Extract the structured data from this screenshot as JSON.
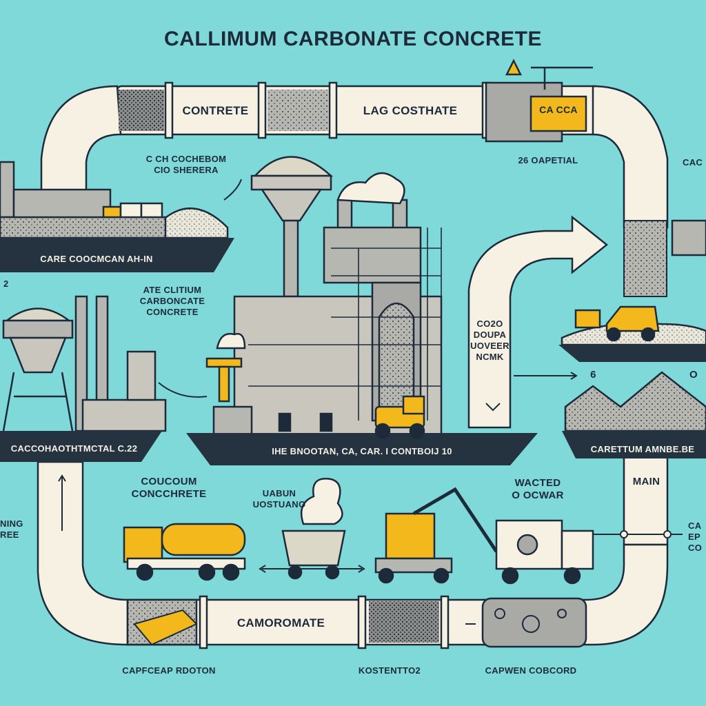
{
  "title": "CALLIMUM CARBONATE CONCRETE",
  "pipe_labels": {
    "top_left": "CONTRETE",
    "top_right": "LAG  COSTHATE",
    "bottom": "CAMOROMATE"
  },
  "text_labels": {
    "top_notes": "C CH COCHEBOM\nCIO SHERERA",
    "top_right_note": "26 OAPETIAL",
    "edge_right_top": "CAC",
    "left_number": "2",
    "calcium_note": "ATE CLITIUM\nCARBONCATE\nCONCRETE",
    "co2_note": "CO2O\nDOUPA\nUOVEER\nNCMK",
    "number_six": "6",
    "edge_right_mid": "O",
    "coucum_note": "COUCOUM\nCONCCHRETE",
    "uabun_note": "UABUN\nUOSTUANO",
    "wacted_note": "WACTED\nO OCWAR",
    "main_note": "MAIN",
    "edge_left_bottom": "NING\nREE",
    "edge_right_bottom": "CA\nEP\nCO",
    "bottom_left": "CAPFCEAP RDOTON",
    "bottom_mid": "KOSTENTTO2",
    "bottom_right": "CAPWEN COBCORD",
    "sign_text": "CA CCA"
  },
  "base_labels": {
    "top_left_barge": "CARE COOCMCAN AH-IN",
    "left_barge": "CACCOHAOTHTMCTAL C.22",
    "center_barge": "IHE BNOOTAN, CA, CAR. I CONTBOIJ 10",
    "right_barge": "CARETTUM AMNBE.BE"
  },
  "colors": {
    "background": "#7fd9d9",
    "pipe": "#f6f1e2",
    "outline": "#1d2a3a",
    "accent_yellow": "#f2b81c",
    "concrete_gray": "#a9a9a6",
    "barge_dark": "#253340"
  }
}
